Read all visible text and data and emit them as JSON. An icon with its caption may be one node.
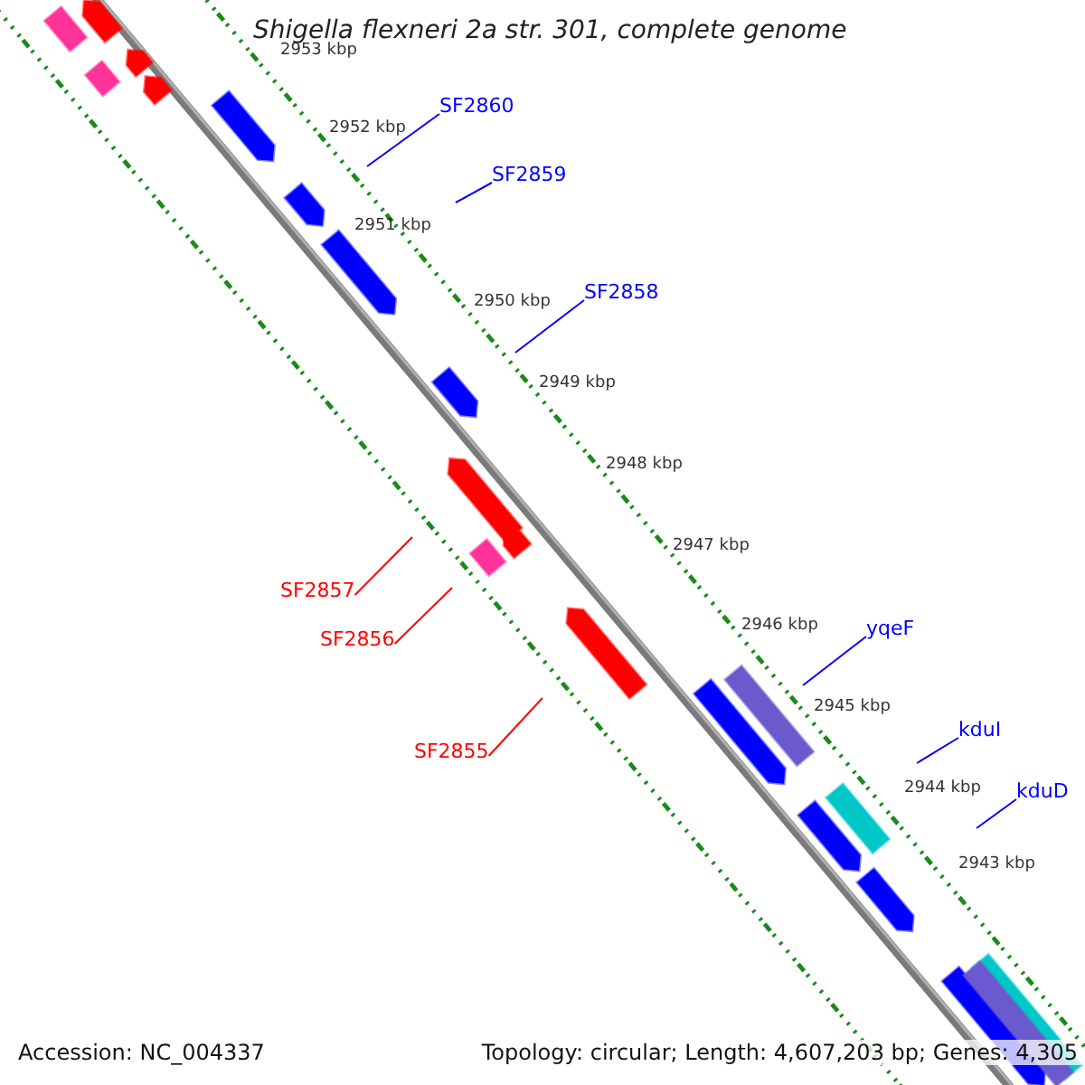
{
  "diagram": {
    "title": "Shigella flexneri 2a str. 301, complete genome",
    "nodes": [
      {
        "text": [
          "SF2860"
        ]
      },
      {
        "text": [
          "SF2859"
        ]
      },
      {
        "text": [
          "SF2858"
        ]
      },
      {
        "text": [
          "SF2857"
        ]
      },
      {
        "text": [
          "SF2856"
        ]
      },
      {
        "text": [
          "yqeF"
        ]
      },
      {
        "text": [
          "SF2855"
        ]
      },
      {
        "text": [
          "kduI"
        ]
      },
      {
        "text": [
          "kduD"
        ]
      }
    ],
    "edges": [
      {
        "from": 0,
        "to": null,
        "arrow": "none"
      },
      {
        "from": 1,
        "to": null,
        "arrow": "none"
      },
      {
        "from": 2,
        "to": null,
        "arrow": "none"
      },
      {
        "from": 3,
        "to": null,
        "arrow": "none",
        "color": "#ff0000"
      },
      {
        "from": 4,
        "to": null,
        "arrow": "none",
        "color": "#ff0000"
      },
      {
        "from": 5,
        "to": null,
        "arrow": "none"
      },
      {
        "from": 6,
        "to": null,
        "arrow": "none",
        "color": "#ff0000"
      },
      {
        "from": 7,
        "to": null,
        "arrow": "none"
      },
      {
        "from": 8,
        "to": null,
        "arrow": "none"
      }
    ],
    "labels": [
      "2953 kbp",
      "2952 kbp",
      "2951 kbp",
      "2950 kbp",
      "2949 kbp",
      "2948 kbp",
      "2947 kbp",
      "2946 kbp",
      "2945 kbp",
      "2944 kbp",
      "2943 kbp",
      "Accession: NC_004337",
      "Topology: circular; Length: 4,607,203 bp; Genes: 4,305"
    ]
  }
}
